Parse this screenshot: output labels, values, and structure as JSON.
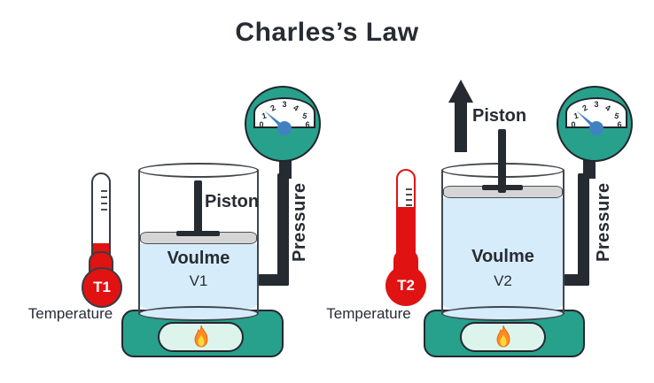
{
  "title": "Charles’s Law",
  "left_setup": {
    "piston_label": "Piston",
    "volume_label": "Voulme",
    "volume_value": "V1",
    "pressure_label": "Pressure",
    "thermometer_label": "T1",
    "temperature_caption": "Temperature"
  },
  "right_setup": {
    "piston_label": "Piston",
    "volume_label": "Voulme",
    "volume_value": "V2",
    "pressure_label": "Pressure",
    "thermometer_label": "T2",
    "temperature_caption": "Temperature"
  },
  "gauge": {
    "tick_labels": [
      "0",
      "1",
      "2",
      "3",
      "4",
      "5",
      "6"
    ],
    "reading": 1.4,
    "max": 6
  },
  "colors": {
    "teal": "#27a08c",
    "dark": "#262b32",
    "outline": "#40464d",
    "liquid": "#d6ecfa",
    "red": "#e11212",
    "plate_gray": "#d5d5d5",
    "mint": "#ddf4ec",
    "needle_blue": "#4081c1",
    "text": "#272c33"
  }
}
